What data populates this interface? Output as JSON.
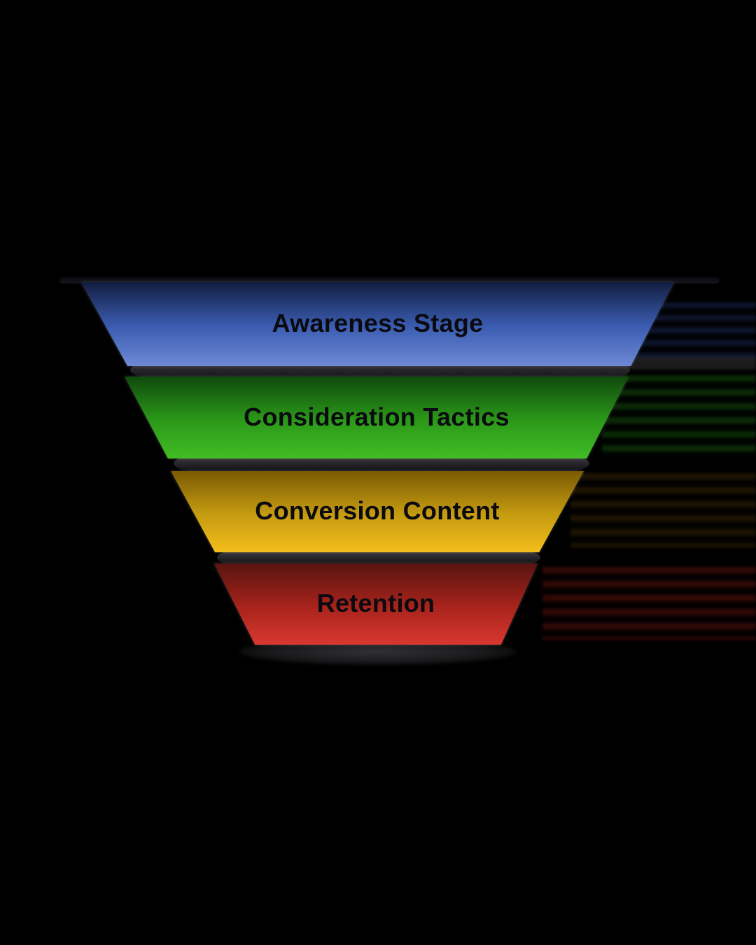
{
  "diagram": {
    "type": "funnel",
    "orientation": "top-down"
  },
  "background_color": "#000000",
  "funnel": {
    "text_color": "#0a0a10",
    "divider_shadow_color": "#2a2a2e",
    "stages": [
      {
        "label": "Awareness Stage",
        "color": "#3a5cb0",
        "gradient": {
          "top": "#131d40",
          "mid": "#3a5cb0",
          "bottom": "#6e89d6"
        }
      },
      {
        "label": "Consideration Tactics",
        "color": "#2b9719",
        "gradient": {
          "top": "#0f4a0c",
          "mid": "#2b9719",
          "bottom": "#41bd24"
        }
      },
      {
        "label": "Conversion Content",
        "color": "#c49a10",
        "gradient": {
          "top": "#7a5a04",
          "mid": "#c49a10",
          "bottom": "#f4be1c"
        }
      },
      {
        "label": "Retention",
        "color": "#a6231b",
        "gradient": {
          "top": "#591411",
          "mid": "#a6231b",
          "bottom": "#d9372f"
        }
      }
    ]
  }
}
